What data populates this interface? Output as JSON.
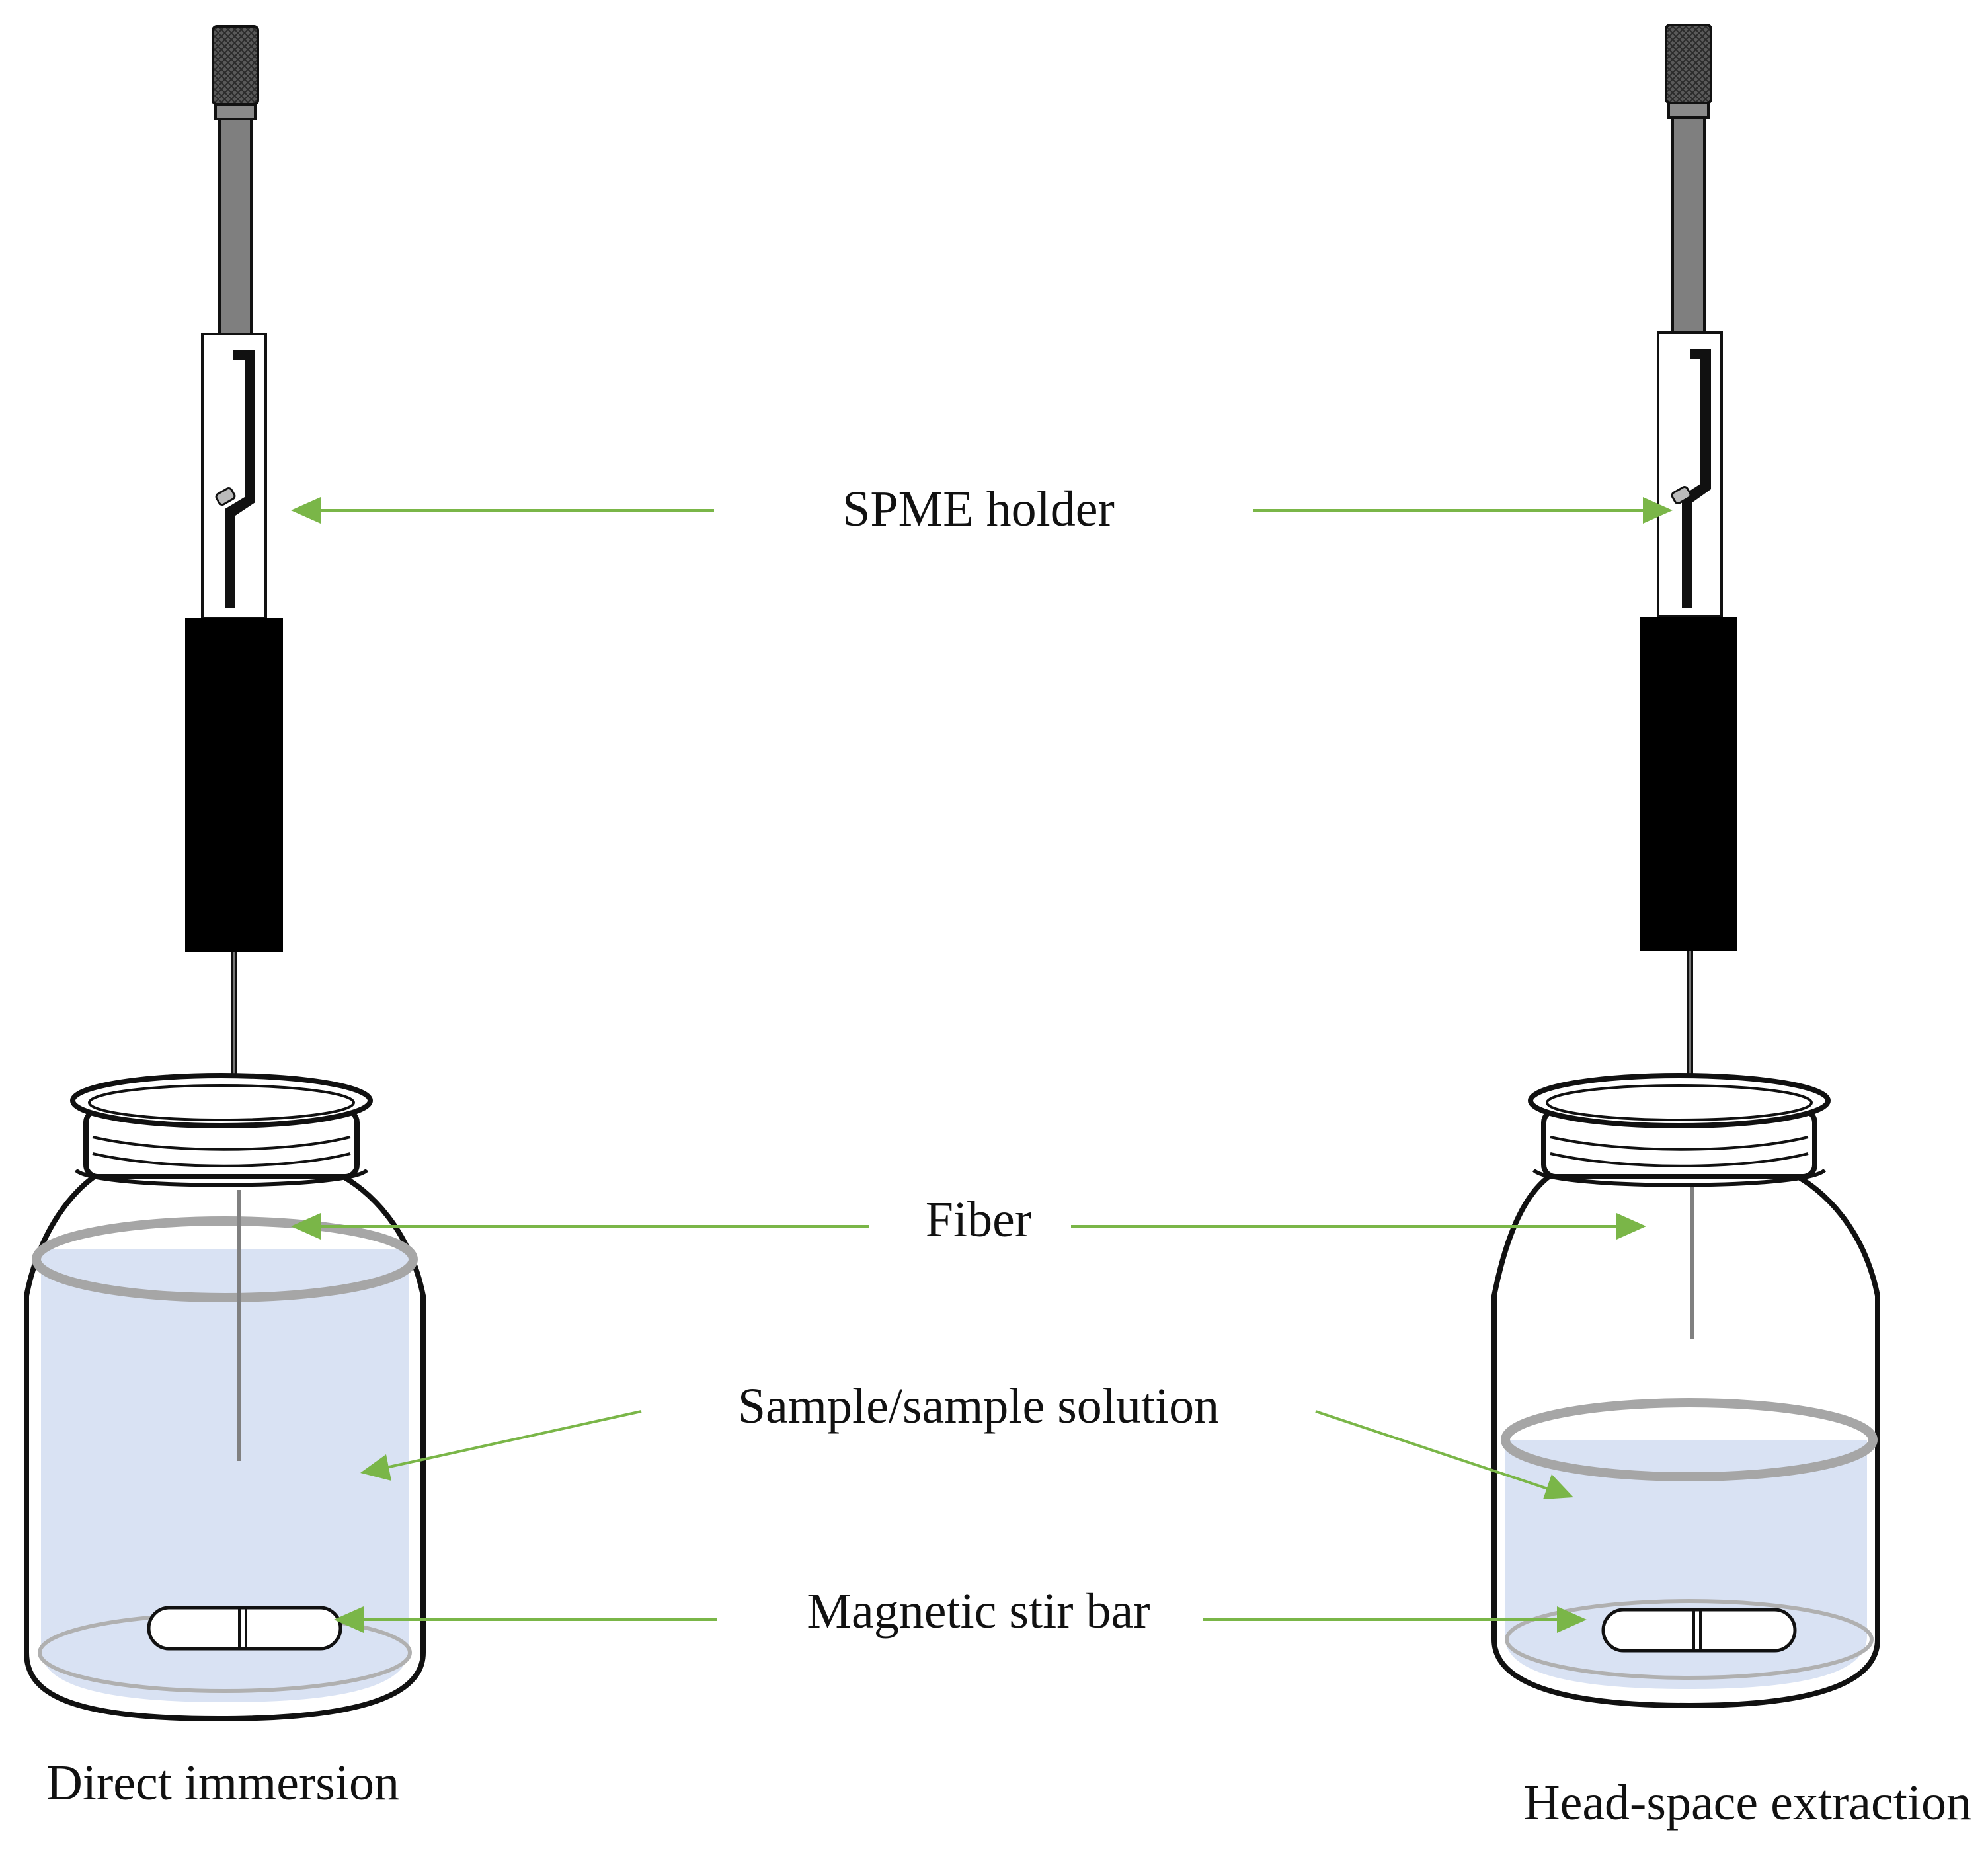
{
  "labels": {
    "holder": "SPME holder",
    "fiber": "Fiber",
    "sample": "Sample/sample solution",
    "stir_bar": "Magnetic stir bar"
  },
  "captions": {
    "left": "Direct immersion",
    "right": "Head-space extraction"
  },
  "colors": {
    "arrow": "#7ab648",
    "liquid": "#d9e2f3",
    "holder_grip": "#000000",
    "holder_shaft": "#7f7f7f",
    "jar_outline": "#111111",
    "liquid_rim": "#a6a6a6"
  }
}
